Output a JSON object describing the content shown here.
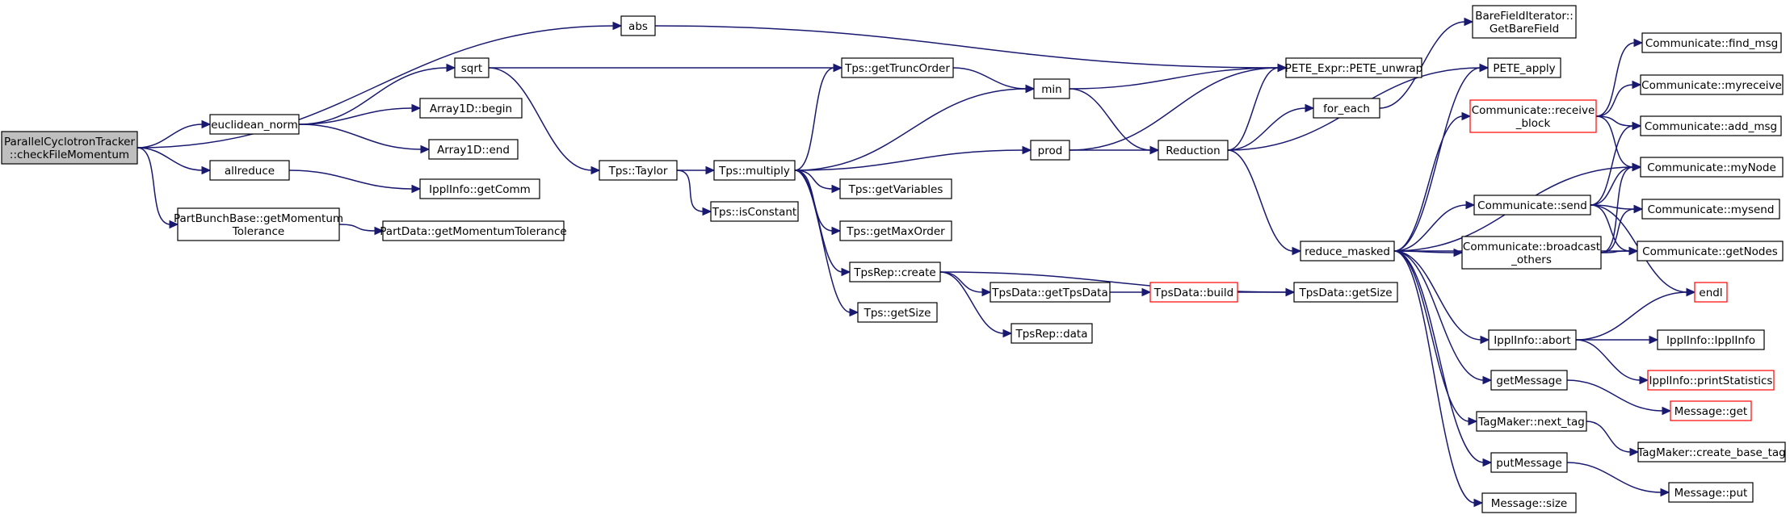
{
  "colors": {
    "root_fill": "#bfbfbf",
    "node_fill": "#ffffff",
    "node_border": "#000000",
    "truncated_border": "#ff0000",
    "edge": "#191970"
  },
  "nodes": {
    "root": {
      "lines": [
        "ParallelCyclotronTracker",
        "::checkFileMomentum"
      ],
      "style": "root"
    },
    "abs": {
      "lines": [
        "abs"
      ],
      "style": "normal"
    },
    "sqrt": {
      "lines": [
        "sqrt"
      ],
      "style": "normal"
    },
    "euclidean_norm": {
      "lines": [
        "euclidean_norm"
      ],
      "style": "normal"
    },
    "allreduce": {
      "lines": [
        "allreduce"
      ],
      "style": "normal"
    },
    "pbb_getMomTol": {
      "lines": [
        "PartBunchBase::getMomentum",
        "Tolerance"
      ],
      "style": "normal"
    },
    "array1d_begin": {
      "lines": [
        "Array1D::begin"
      ],
      "style": "normal"
    },
    "array1d_end": {
      "lines": [
        "Array1D::end"
      ],
      "style": "normal"
    },
    "ippl_getComm": {
      "lines": [
        "IpplInfo::getComm"
      ],
      "style": "normal"
    },
    "pd_getMomTol": {
      "lines": [
        "PartData::getMomentumTolerance"
      ],
      "style": "normal"
    },
    "tps_taylor": {
      "lines": [
        "Tps::Taylor"
      ],
      "style": "normal"
    },
    "tps_multiply": {
      "lines": [
        "Tps::multiply"
      ],
      "style": "normal"
    },
    "tps_isConstant": {
      "lines": [
        "Tps::isConstant"
      ],
      "style": "normal"
    },
    "tps_getTruncOrder": {
      "lines": [
        "Tps::getTruncOrder"
      ],
      "style": "normal"
    },
    "tps_getVariables": {
      "lines": [
        "Tps::getVariables"
      ],
      "style": "normal"
    },
    "tps_getMaxOrder": {
      "lines": [
        "Tps::getMaxOrder"
      ],
      "style": "normal"
    },
    "tpsrep_create": {
      "lines": [
        "TpsRep::create"
      ],
      "style": "normal"
    },
    "tps_getSize": {
      "lines": [
        "Tps::getSize"
      ],
      "style": "normal"
    },
    "min": {
      "lines": [
        "min"
      ],
      "style": "normal"
    },
    "prod": {
      "lines": [
        "prod"
      ],
      "style": "normal"
    },
    "tpsdata_getTpsData": {
      "lines": [
        "TpsData::getTpsData"
      ],
      "style": "normal"
    },
    "tpsrep_data": {
      "lines": [
        "TpsRep::data"
      ],
      "style": "normal"
    },
    "tpsdata_build": {
      "lines": [
        "TpsData::build"
      ],
      "style": "truncated"
    },
    "tpsdata_getSize": {
      "lines": [
        "TpsData::getSize"
      ],
      "style": "normal"
    },
    "pete_unwrap": {
      "lines": [
        "PETE_Expr::PETE_unwrap"
      ],
      "style": "normal"
    },
    "reduction": {
      "lines": [
        "Reduction"
      ],
      "style": "normal"
    },
    "for_each": {
      "lines": [
        "for_each"
      ],
      "style": "normal"
    },
    "bfi_getBareField": {
      "lines": [
        "BareFieldIterator::",
        "GetBareField"
      ],
      "style": "normal"
    },
    "pete_apply": {
      "lines": [
        "PETE_apply"
      ],
      "style": "normal"
    },
    "reduce_masked": {
      "lines": [
        "reduce_masked"
      ],
      "style": "normal"
    },
    "comm_receive_block": {
      "lines": [
        "Communicate::receive",
        "_block"
      ],
      "style": "truncated"
    },
    "comm_send": {
      "lines": [
        "Communicate::send"
      ],
      "style": "normal"
    },
    "comm_broadcast_others": {
      "lines": [
        "Communicate::broadcast",
        "_others"
      ],
      "style": "normal"
    },
    "ippl_abort": {
      "lines": [
        "IpplInfo::abort"
      ],
      "style": "normal"
    },
    "getMessage": {
      "lines": [
        "getMessage"
      ],
      "style": "normal"
    },
    "tagmaker_next_tag": {
      "lines": [
        "TagMaker::next_tag"
      ],
      "style": "normal"
    },
    "putMessage": {
      "lines": [
        "putMessage"
      ],
      "style": "normal"
    },
    "message_size": {
      "lines": [
        "Message::size"
      ],
      "style": "normal"
    },
    "comm_find_msg": {
      "lines": [
        "Communicate::find_msg"
      ],
      "style": "normal"
    },
    "comm_myreceive": {
      "lines": [
        "Communicate::myreceive"
      ],
      "style": "normal"
    },
    "comm_add_msg": {
      "lines": [
        "Communicate::add_msg"
      ],
      "style": "normal"
    },
    "comm_myNode": {
      "lines": [
        "Communicate::myNode"
      ],
      "style": "normal"
    },
    "comm_mysend": {
      "lines": [
        "Communicate::mysend"
      ],
      "style": "normal"
    },
    "comm_getNodes": {
      "lines": [
        "Communicate::getNodes"
      ],
      "style": "normal"
    },
    "endl": {
      "lines": [
        "endl"
      ],
      "style": "truncated"
    },
    "ippl_ipplinfo": {
      "lines": [
        "IpplInfo::IpplInfo"
      ],
      "style": "normal"
    },
    "ippl_printStatistics": {
      "lines": [
        "IpplInfo::printStatistics"
      ],
      "style": "truncated"
    },
    "message_get": {
      "lines": [
        "Message::get"
      ],
      "style": "truncated"
    },
    "tagmaker_create_base_tag": {
      "lines": [
        "TagMaker::create_base_tag"
      ],
      "style": "normal"
    },
    "message_put": {
      "lines": [
        "Message::put"
      ],
      "style": "normal"
    }
  },
  "edges": [
    [
      "root",
      "abs"
    ],
    [
      "root",
      "euclidean_norm"
    ],
    [
      "root",
      "allreduce"
    ],
    [
      "root",
      "pbb_getMomTol"
    ],
    [
      "abs",
      "pete_unwrap"
    ],
    [
      "euclidean_norm",
      "sqrt"
    ],
    [
      "euclidean_norm",
      "array1d_begin"
    ],
    [
      "euclidean_norm",
      "array1d_end"
    ],
    [
      "sqrt",
      "tps_getTruncOrder"
    ],
    [
      "sqrt",
      "tps_taylor"
    ],
    [
      "allreduce",
      "ippl_getComm"
    ],
    [
      "pbb_getMomTol",
      "pd_getMomTol"
    ],
    [
      "tps_taylor",
      "tps_multiply"
    ],
    [
      "tps_taylor",
      "tps_isConstant"
    ],
    [
      "tps_multiply",
      "tps_getTruncOrder"
    ],
    [
      "tps_multiply",
      "min"
    ],
    [
      "tps_multiply",
      "prod"
    ],
    [
      "tps_multiply",
      "tps_getVariables"
    ],
    [
      "tps_multiply",
      "tps_getMaxOrder"
    ],
    [
      "tps_multiply",
      "tpsrep_create"
    ],
    [
      "tps_multiply",
      "tps_getSize"
    ],
    [
      "tps_getTruncOrder",
      "min"
    ],
    [
      "min",
      "pete_unwrap"
    ],
    [
      "min",
      "reduction"
    ],
    [
      "prod",
      "pete_unwrap"
    ],
    [
      "prod",
      "reduction"
    ],
    [
      "tpsrep_create",
      "tpsdata_getTpsData"
    ],
    [
      "tpsrep_create",
      "tpsrep_data"
    ],
    [
      "tpsrep_create",
      "tpsdata_getSize"
    ],
    [
      "tpsdata_getTpsData",
      "tpsdata_build"
    ],
    [
      "tpsdata_build",
      "tpsdata_getSize"
    ],
    [
      "reduction",
      "pete_unwrap"
    ],
    [
      "reduction",
      "for_each"
    ],
    [
      "reduction",
      "pete_apply"
    ],
    [
      "reduction",
      "reduce_masked"
    ],
    [
      "for_each",
      "bfi_getBareField"
    ],
    [
      "reduce_masked",
      "pete_apply"
    ],
    [
      "reduce_masked",
      "comm_receive_block"
    ],
    [
      "reduce_masked",
      "comm_myNode"
    ],
    [
      "reduce_masked",
      "comm_send"
    ],
    [
      "reduce_masked",
      "comm_broadcast_others"
    ],
    [
      "reduce_masked",
      "comm_getNodes"
    ],
    [
      "reduce_masked",
      "ippl_abort"
    ],
    [
      "reduce_masked",
      "getMessage"
    ],
    [
      "reduce_masked",
      "tagmaker_next_tag"
    ],
    [
      "reduce_masked",
      "putMessage"
    ],
    [
      "reduce_masked",
      "message_size"
    ],
    [
      "comm_receive_block",
      "comm_find_msg"
    ],
    [
      "comm_receive_block",
      "comm_myreceive"
    ],
    [
      "comm_receive_block",
      "comm_add_msg"
    ],
    [
      "comm_receive_block",
      "comm_myNode"
    ],
    [
      "comm_send",
      "comm_add_msg"
    ],
    [
      "comm_send",
      "comm_myNode"
    ],
    [
      "comm_send",
      "comm_mysend"
    ],
    [
      "comm_send",
      "comm_getNodes"
    ],
    [
      "comm_send",
      "endl"
    ],
    [
      "comm_broadcast_others",
      "comm_myNode"
    ],
    [
      "comm_broadcast_others",
      "comm_mysend"
    ],
    [
      "comm_broadcast_others",
      "comm_getNodes"
    ],
    [
      "ippl_abort",
      "endl"
    ],
    [
      "ippl_abort",
      "ippl_ipplinfo"
    ],
    [
      "ippl_abort",
      "ippl_printStatistics"
    ],
    [
      "getMessage",
      "message_get"
    ],
    [
      "tagmaker_next_tag",
      "tagmaker_create_base_tag"
    ],
    [
      "putMessage",
      "message_put"
    ]
  ]
}
